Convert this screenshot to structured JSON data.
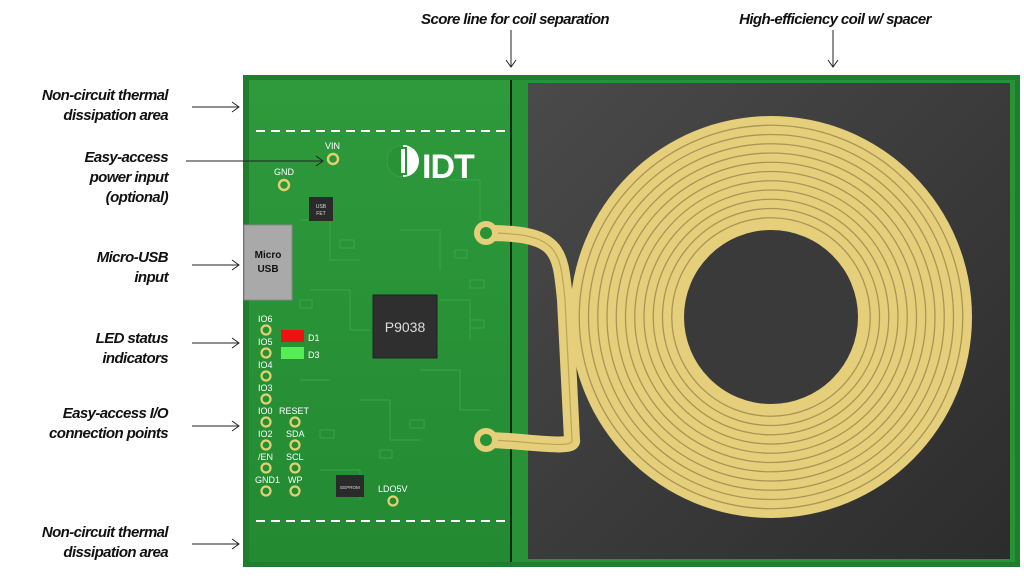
{
  "annotations": {
    "score_line": "Score line for coil separation",
    "coil": "High-efficiency coil w/ spacer",
    "thermal_top_1": "Non-circuit thermal",
    "thermal_top_2": "dissipation area",
    "power_1": "Easy-access",
    "power_2": "power input",
    "power_3": "(optional)",
    "usb_1": "Micro-USB",
    "usb_2": "input",
    "led_1": "LED status",
    "led_2": "indicators",
    "io_1": "Easy-access I/O",
    "io_2": "connection points",
    "thermal_bottom_1": "Non-circuit thermal",
    "thermal_bottom_2": "dissipation area"
  },
  "board": {
    "logo_text": "IDT",
    "chip_label": "P9038",
    "usb_connector_line1": "Micro",
    "usb_connector_line2": "USB",
    "usb_fet_line1": "USB",
    "usb_fet_line2": "FET",
    "eeprom_label": "EEPROM",
    "pad_labels": {
      "vin": "VIN",
      "gnd": "GND",
      "d1": "D1",
      "d3": "D3",
      "io6": "IO6",
      "io5": "IO5",
      "io4": "IO4",
      "io3": "IO3",
      "io0": "IO0",
      "io2": "IO2",
      "en": "/EN",
      "gnd1": "GND1",
      "reset": "RESET",
      "sda": "SDA",
      "scl": "SCL",
      "wp": "WP",
      "ldo5v": "LDO5V"
    }
  },
  "colors": {
    "pcb_green": "#279236",
    "pcb_edge": "#1e7a2c",
    "coil_panel": "#3c3c3c",
    "coil_trace": "#e6cf7a",
    "pad_gold": "#d8c56a",
    "chip_body": "#2f2f2f",
    "led_red": "#ee1111",
    "led_green": "#55ee55",
    "usb_gray": "#a9a9a9"
  }
}
